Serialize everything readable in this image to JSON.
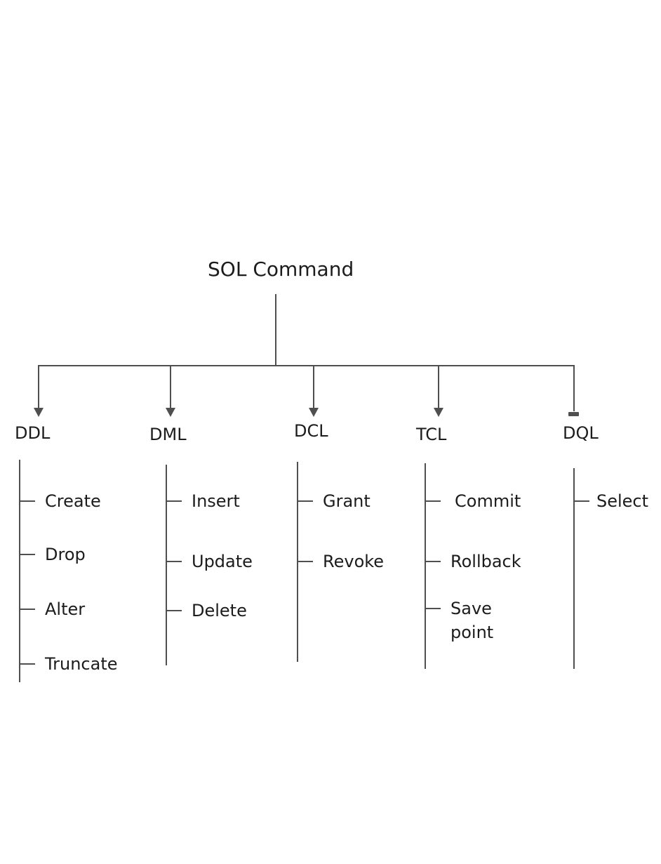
{
  "diagram": {
    "title": "SOL Command",
    "branches": [
      {
        "label": "DDL",
        "items": [
          "Create",
          "Drop",
          "Alter",
          "Truncate"
        ]
      },
      {
        "label": "DML",
        "items": [
          "Insert",
          "Update",
          "Delete"
        ]
      },
      {
        "label": "DCL",
        "items": [
          "Grant",
          "Revoke"
        ]
      },
      {
        "label": "TCL",
        "items": [
          "Commit",
          "Rollback",
          "Save point"
        ]
      },
      {
        "label": "DQL",
        "items": [
          "Select"
        ]
      }
    ],
    "colors": {
      "line": "#4f4f4f",
      "text": "#1c1c1c",
      "background": "#ffffff"
    }
  }
}
